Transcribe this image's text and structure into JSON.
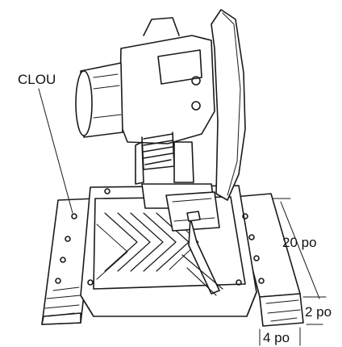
{
  "labels": {
    "nail": "CLOU",
    "length": "20 po",
    "thickness": "2 po",
    "width": "4 po"
  }
}
